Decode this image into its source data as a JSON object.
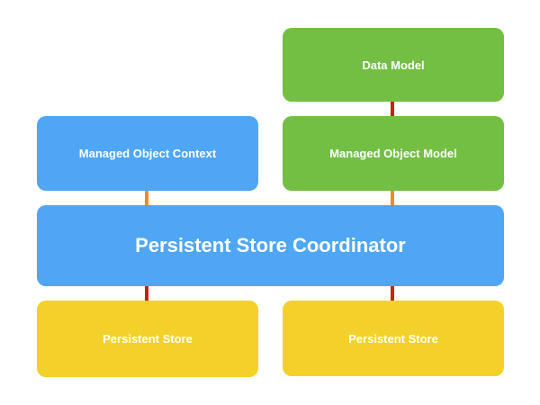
{
  "diagram": {
    "data_model": "Data Model",
    "managed_object_context": "Managed Object Context",
    "managed_object_model": "Managed Object Model",
    "persistent_store_coordinator": "Persistent Store Coordinator",
    "persistent_store_left": "Persistent Store",
    "persistent_store_right": "Persistent Store"
  },
  "colors": {
    "blue": "#4ea6f5",
    "green": "#72bf44",
    "yellow": "#f4d12a",
    "connector_red": "#c8201a",
    "connector_orange": "#ef8c1f"
  }
}
